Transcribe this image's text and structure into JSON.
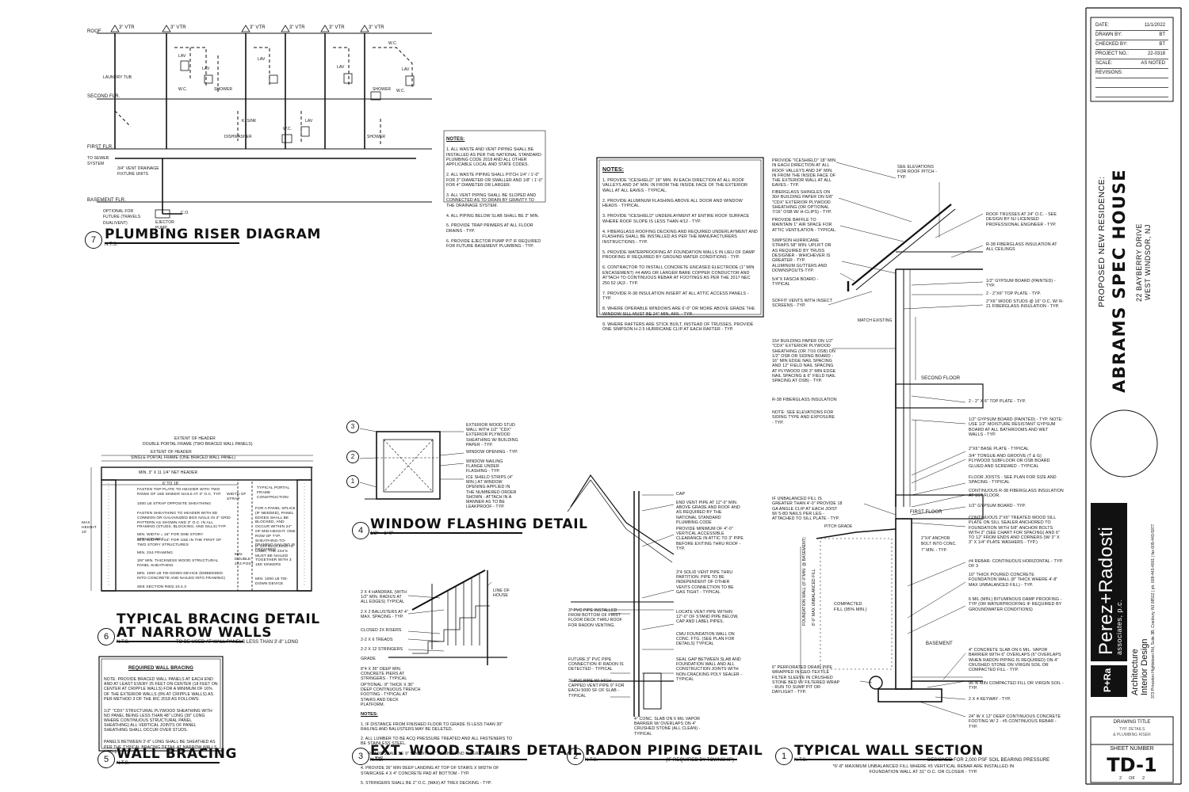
{
  "title_block": {
    "rows": [
      {
        "label": "DATE:",
        "value": "11/1/2022"
      },
      {
        "label": "DRAWN BY:",
        "value": "BT"
      },
      {
        "label": "CHECKED BY:",
        "value": "BT"
      },
      {
        "label": "PROJECT NO.:",
        "value": "22-0318"
      },
      {
        "label": "SCALE:",
        "value": "AS NOTED"
      },
      {
        "label": "REVISIONS:",
        "value": ""
      }
    ],
    "project_type": "PROPOSED NEW RESIDENCE:",
    "project_name": "ABRAMS SPEC HOUSE",
    "address_1": "22 BAYBERRY DRIVE",
    "address_2": "WEST WINDSOR, NJ",
    "firm_name": "Perez+Radosti",
    "firm_sub": "associates, p.c.",
    "firm_mark": "P+Ra",
    "discipline_1": "Architecture",
    "discipline_2": "Interior Design",
    "firm_address": "373 Princeton Hightstown Rd, Suite 3B, Cranbury, NJ 08512 | ph. 609-443-4001 | fax 609-443-5977",
    "drawing_title_label": "DRAWING TITLE",
    "drawing_title_value": "TYP. DETAILS",
    "drawing_title_value2": "& PLUMBING RISER",
    "sheet_number_label": "SHEET NUMBER",
    "sheet_number": "TD-1",
    "sheet_of": "2      OF      2"
  },
  "details": {
    "d1": {
      "num": "1",
      "title": "TYPICAL WALL SECTION",
      "scale": "N.T.S.",
      "footnote": "DESIGNED FOR 2,000 PSF SOIL BEARING PRESSURE",
      "note2": "*6'-8\" MAXIMUM UNBALANCED FILL WHERE #5 VERTICAL REBAR ARE INSTALLED IN FOUNDATION WALL AT 31\" O.C. OR CLOSER - TYP."
    },
    "d2": {
      "num": "2",
      "title": "RADON PIPING DETAIL",
      "scale": "N.T.S.",
      "note": "(IF REQUIRED BY TOWNSHIP)"
    },
    "d3": {
      "num": "3",
      "title": "EXT. WOOD STAIRS DETAIL",
      "scale": "N.T.S."
    },
    "d4": {
      "num": "4",
      "title": "WINDOW FLASHING DETAIL",
      "scale": "1/2\" = 1'-0\""
    },
    "d5": {
      "num": "5",
      "title": "WALL BRACING",
      "scale": "N.T.S."
    },
    "d6": {
      "num": "6",
      "title_1": "TYPICAL BRACING DETAIL",
      "title_2": "AT NARROW WALLS",
      "scale": "N.T.S.",
      "note": "TO BE USED AT WALL PANELS LESS THAN 3'-8\" LONG"
    },
    "d7": {
      "num": "7",
      "title": "PLUMBING RISER DIAGRAM",
      "scale": "N.T.S."
    }
  },
  "plumbing": {
    "levels": [
      "ROOF",
      "SECOND FLR.",
      "FIRST FLR.",
      "BASEMENT FLR."
    ],
    "vtr": [
      "3\" VTR",
      "3\" VTR",
      "3\" VTR",
      "3\" VTR",
      "3\" VTR",
      "3\" VTR"
    ],
    "fixtures": [
      "LAV",
      "LAV",
      "W.C.",
      "SHOWER",
      "LAV",
      "LAV",
      "W.C.",
      "LAV",
      "SHOWER",
      "W.C.",
      "LAV",
      "W.C.",
      "K. SINK",
      "DISHWASHER",
      "SHOWER",
      "LAUNDRY TUB"
    ],
    "labels": [
      "TO SEWER SYSTEM",
      "3/4\" VENT DRAINAGE FIXTURE UNITS",
      "OPTIONAL FOR FUTURE (TRAVELS DUAL/VENT)",
      "EJECTOR PUMP",
      "C.O."
    ],
    "notes_title": "NOTES:",
    "notes": [
      "1. ALL WASTE AND VENT PIPING SHALL BE INSTALLED AS PER THE NATIONAL STANDARD PLUMBING CODE 2018 AND ALL OTHER APPLICABLE LOCAL AND STATE CODES.",
      "2. ALL WASTE PIPING SHALL PITCH 1/4\" / 1'-0\" FOR 3\" DIAMETER OR SMALLER AND 1/8\" / 1'-0\" FOR 4\" DIAMETER OR LARGER.",
      "3. ALL VENT PIPING SHALL BE SLOPED AND CONNECTED AS TO DRAIN BY GRAVITY TO THE DRAINAGE SYSTEM.",
      "4. ALL PIPING BELOW SLAB SHALL BE 3\" MIN.",
      "5. PROVIDE TRAP PRIMERS AT ALL FLOOR DRAINS - TYP.",
      "6. PROVIDE EJECTOR PUMP PIT IF REQUIRED FOR FUTURE BASEMENT PLUMBING - TYP."
    ]
  },
  "general_notes": {
    "title": "NOTES:",
    "items": [
      "1. PROVIDE \"ICESHIELD\" 18\" MIN. IN EACH DIRECTION AT ALL ROOF VALLEYS AND 24\" MIN. IN FROM THE INSIDE FACE OF THE EXTERIOR WALL AT ALL EAVES - TYPICAL.",
      "2. PROVIDE ALUMINUM FLASHING ABOVE ALL DOOR AND WINDOW HEADS - TYPICAL.",
      "3. PROVIDE \"ICESHIELD\" UNDERLAYMENT AT ENTIRE ROOF SURFACE WHERE ROOF SLOPE IS LESS THAN 4/12 - TYP.",
      "4. FIBERGLASS ROOFING DECKING AND REQUIRED UNDERLAYMENT AND FLASHING SHALL BE INSTALLED AS PER THE MANUFACTURERS INSTRUCTIONS - TYP.",
      "5. PROVIDE WATERPROOFING AT FOUNDATION WALLS IN LIEU OF DAMP PROOFING IF REQUIRED BY GROUND WATER CONDITIONS - TYP.",
      "6. CONTRACTOR TO INSTALL CONCRETE ENCASED ELECTRODE (1\" MIN ENCASEMENT) #4 AWG OR LARGER BARE COPPER CONDUCTOR AND ATTACH TO CONTINUOUS REBAR AT FOOTINGS AS PER THE 2017 NEC 250.52 (A)3 - TYP.",
      "7. PROVIDE R-38 INSULATION INSERT AT ALL ATTIC ACCESS PANELS - TYP.",
      "8. WHERE OPERABLE WINDOWS ARE 6'-0\" OR MORE ABOVE GRADE THE WINDOW SILL MUST BE 24\" MIN. AFF. - TYP.",
      "9. WHERE RAFTERS ARE STICK BUILT, INSTEAD OF TRUSSES, PROVIDE ONE SIMPSON H-2.5 HURRICANE CLIP AT EACH RAFTER - TYP."
    ]
  },
  "wall_section": {
    "left": [
      "PROVIDE \"ICESHIELD\" 18\" MIN. IN EACH DIRECTION AT ALL ROOF VALLEYS AND 24\" MIN. IN FROM THE INSIDE FACE OF THE EXTERIOR WALL AT ALL EAVES - TYP.",
      "FIBERGLASS SHINGLES ON 30# BUILDING PAPER ON 5/8\" \"CDX\" EXTERIOR PLYWOOD SHEATHING (OR OPTIONAL 7/16\" OSB W/ H-CLIPS) - TYP.",
      "PROVIDE BAFFLE TO MAINTAIN 1\" AIR SPACE FOR ATTIC VENTILATION - TYPICAL.",
      "SIMPSON HURRICANE STRAPS 58\" MIN. UPLIFT OR AS REQUIRED BY TRUSS DESIGNER - WHICHEVER IS GREATER - TYP.",
      "ALUMINUM GUTTERS AND DOWNSPOUTS-TYP.",
      "5/4\"X FASCIA BOARD - TYPICAL",
      "SOFFIT VENTS WITH INSECT SCREENS - TYP.",
      "15# BUILDING PAPER ON 1/2\" \"CDX\" EXTERIOR PLYWOOD SHEATHING (OR 7/16 OSB) ON 1/2\" OSB OR SIDING BOARD - 16\" MIN EDGE NAIL SPACING AND 12\" FIELD NAIL SPACING AT PLYWOOD OR 3\" MIN EDGE NAIL SPACING & 6\" FIELD NAIL SPACING AT OSB) - TYP.",
      "R-38 FIBERGLASS INSULATION",
      "NOTE: SEE ELEVATIONS FOR SIDING TYPE AND EXPOSURE - TYP.",
      "IF UNBALANCED FILL IS GREATER THAN 4'-0\" PROVIDE 18 GA ANGLE CLIP AT EACH JOIST W/ 5-8D NAILS PER LEG - ATTACHED TO SILL PLATE - TYP.",
      "6\" PERFORATED DRAIN PIPE WRAPPED IN GEO-TEXTILE FILTER SLEEVE IN CRUSHED STONE BED W/ FILTERED WRAP - RUN TO SUMP PIT OR DAYLIGHT - TYP."
    ],
    "right": [
      "SEE ELEVATIONS FOR ROOF PITCH - TYP.",
      "ROOF TRUSSES AT 24\" O.C. - SEE DESIGN BY NJ LICENSED PROFESSIONAL ENGINEER - TYP.",
      "R-38 FIBERGLASS INSULATION AT ALL CEILINGS",
      "1/2\" GYPSUM BOARD (PAINTED) - TYP.",
      "2 - 2\"x6\" TOP PLATE - TYP.",
      "2\"x6\" WOOD STUDS @ 16\" o.c. W/ R-21 FIBERGLASS INSULATION - TYP.",
      "2 - 2\" x 6\" TOP PLATE - TYP.",
      "1/2\" GYPSUM BOARD (PAINTED) - TYP. NOTE: USE 1/2\" MOISTURE RESISTANT GYPSUM BOARD AT ALL BATHROOMS AND WET WALLS - TYP.",
      "2\"x6\" BASE PLATE - TYPICAL",
      "3/4\" TONGUE AND GROOVE (T & G) PLYWOOD SUBFLOOR OR OSB BOARD GLUED AND SCREWED - TYPICAL",
      "FLOOR JOISTS - SEE PLAN FOR SIZE AND SPACING - TYPICAL",
      "CONTINUOUS R-38 FIBERGLASS INSULATION AT 1ST FLOOR.",
      "1/2\" GYPSUM BOARD - TYP.",
      "CONTINUOUS 2\"X6\" TREATED WOOD SILL PLATE ON SILL SEALER ANCHORED TO FOUNDATION WITH 5/8\" ANCHOR BOLTS WITH 2\" (SEE CHART FOR SPACING) AND 6\" TO 12\" FROM ENDS AND CORNERS (W/ 3\" x 3\" x 1/4\" PLATE WASHERS - TYP.)",
      "#4 REBAR- CONTINUOUS HORIZONTAL - TYP. OF 3",
      "10\" THICK POURED CONCRETE FOUNDATION WALL (8\" THICK WHERE 4'-8\" MAX UNBALANCED FILL) - TYP.",
      "6 MIL (MIN.) BITUMINOUS DAMP PROOFING - TYP (OR WATERPROOFING IF REQUIRED BY GROUNDWATER CONDITIONS)",
      "4\" CONCRETE SLAB ON 6 MIL. VAPOR BARRIER WITH 6\" OVERLAPS (6\" OVERLAPS WHEN RADON PIPING IS REQUIRED) ON 4\" CRUSHED STONE ON VIRGIN SOIL OR COMPACTED FILL - TYP.",
      "95 % MIN COMPACTED FILL OR VIRGIN SOIL - TYP.",
      "2 x 4 KEYWAY - TYP.",
      "24\" W X 12\" DEEP CONTINUOUS CONCRETE FOOTING W/ 2 - #5 CONTINUOUS REBAR - TYP."
    ],
    "inline": [
      "MATCH EXISTING",
      "SECOND FLOOR",
      "FIRST FLOOR",
      "BASEMENT",
      "PITCH GRADE",
      "COMPACTED FILL (95% MIN.)",
      "2\"x4\" ANCHOR BOLT INTO CONC. 7\" MIN. - TYP.",
      "FOUNDATION WALL (8'-0\"MIN. @ BASEMENT)",
      "8'-0\" MAX UNBALANCED FILL"
    ]
  },
  "radon": {
    "labels": [
      "CAP",
      "END VENT PIPE AT 12\"-0\" MIN. ABOVE GRADE AND ROOF AND AS REQUIRED BY THE NATIONAL STANDARD PLUMBING CODE",
      "PROVIDE MINIMUM OF 4\"-0\" VERTICAL ACCESSIBLE CLEARANCE IN ATTIC TO 3\" PIPE BEFORE EXITING THRU ROOF - TYP.",
      "3\"4 SOLID VENT PIPE THRU PARTITION. PIPE TO BE INDEPENDENT OF OTHER VENTS CONNECTION TO BE GAS TIGHT - TYPICAL",
      "3\" PVC PIPE INSTALLED FROM BOTTOM OF FIRST FLOOR DECK THRU ROOF FOR RADON VENTING.",
      "LOCATE VENT PIPE WITHIN 12\"-0\" OF STAND PIPE BELOW, CAP AND LABEL PIPES.",
      "CMU FOUNDATION WALL ON CONC. FTG. (SEE PLAN FOR DETAILS) TYPICAL",
      "FUTURE 3\" PVC PIPE CONNECTION IF RADON IS DETECTED - TYPICAL",
      "SEAL GAP BETWEEN SLAB AND FOUNDATION WALL AND ALL CONSTRUCTION JOINTS WITH NON-CRACKING POLY SEALER - TYPICAL",
      "3\" PVC PIPE W/ HIGH CAPPED VENT PIPE 9\" FOR EACH 5000 SF OF SLAB - TYPICAL",
      "4\" CONC. SLAB ON 6 MIL VAPOR BARRIER W/ OVERLAPS ON 4\" CRUSHED STONE (ALL CLEAN) - TYPICAL"
    ]
  },
  "stairs": {
    "labels": [
      "2 X 4 HANDRAIL (WITH 1/2\" MIN. RADIUS AT ALL EDGES) TYPICAL",
      "LINE OF HOUSE",
      "2 X 2 BALUSTERS AT 4\" MAX. SPACING - TYP.",
      "CLOSED 2X RISERS",
      "2-2 X 6 TREADS",
      "2-2 X 12 STRINGERS",
      "GRADE",
      "8\"4 X 36\" DEEP MIN. CONCRETE PIERS AT STRINGERS - TYPICAL",
      "OPTIONAL: 8\" THICK X 36\" DEEP CONTINUOUS TRENCH FOOTING - TYPICAL AT STAIRS AND DECK PLATFORM."
    ],
    "notes_title": "NOTES:",
    "notes": [
      "1. IF DISTANCE FROM FINISHED FLOOR TO GRADE IS LESS THAN 30\" RAILING AND BALUSTERS MAY BE DELETED.",
      "2. ALL LUMBER TO BE ACQ PRESSURE TREATED AND ALL FASTENERS TO BE STAINLESS STEEL.",
      "3. TREADS SHALL BE 9\" MIN. WITH 1\" NOSING AND RISERS SHALL BE 8\"1/4\" MAX. - TYP.",
      "4. PROVIDE 36\" MIN DEEP LANDING AT TOP OF STAIRS X WIDTH OF STAIRCASE 4 X 4\" CONCRETE PAD AT BOTTOM - TYP.",
      "5. STRINGERS SHALL BE 2\" O.C. (MAX) AT TREX DECKING - TYP."
    ]
  },
  "window": {
    "labels": [
      "EXTERIOR WOOD STUD WALL WITH 1/2\" \"CDX\" EXTERIOR PLYWOOD SHEATHING W/ BUILDING PAPER - TYP.",
      "WINDOW OPENING - TYP.",
      "WINDOW NAILING FLANGE UNDER FLASHING - TYP.",
      "ICE SHIELD STRIPS (4\" MIN.) AT WINDOW OPENING APPLIED IN THE NUMBERED ORDER SHOWN - ATTACH IN A MANNER AS TO BE LEAKPROOF - TYP."
    ],
    "steps": [
      "3",
      "2",
      "1"
    ]
  },
  "bracing": {
    "labels_top": [
      "EXTENT OF HEADER",
      "DOUBLE PORTAL FRAME (TWO BRACED WALL PANELS)",
      "EXTENT OF HEADER",
      "SINGLE PORTAL FRAME (ONE BRACED WALL PANEL)",
      "MIN. 3\" X 11 1/4\" NET HEADER",
      "6' TO 18'"
    ],
    "labels_mid": [
      "FASTEN TOP PLATE TO HEADER WITH TWO ROWS OF 16D SINKER NAILS AT 3\" O.C. TYP.",
      "1000 LB STRAP OPPOSITE SHEATHING",
      "FASTEN SHEATHING TO HEADER WITH 8D COMMON OR GALVANIZED BOX NAILS IN 3\" GRID PATTERN AS SHOWN AND 3\" O.C. IN ALL FRAMING (STUDS, BLOCKING, AND SILLS) TYP.",
      "MIN. WIDTH = 16\" FOR ONE STORY STRUCTURES",
      "MIN. WIDTH = 24\" FOR USE IN THE FIRST OF TWO STORY STRUCTURES",
      "MIN. 2X4 FRAMING",
      "3/8\" MIN. THICKNESS WOOD STRUCTURAL PANEL SHEATHING",
      "MIN. 1000 LB TIE-DOWN DEVICE (EMBEDDED INTO CONCRETE AND NAILED INTO FRAMING)",
      "SEE SECTION R602.10.4.3"
    ],
    "labels_right": [
      "TYPICAL PORTAL FRAME CONSTRUCTION",
      "WIDTH OF STRAP",
      "FOR A PANEL SPLICE (IF NEEDED), PANEL EDGES SHALL BE BLOCKED, AND OCCUR WITHIN 24\" OF MID-HEIGHT. ONE ROW OF TYP. SHEATHING-TO-FRAMING NAILING IS REQUIRED.",
      "IF 2X4 BLOCKING IS USED, THE 2X4'S MUST BE NAILED TOGETHER WITH 3 16D SINKERS",
      "MIN. DOUBLE 2X4 POST",
      "MIN. 1000 LB TIE-DOWN DEVICE",
      "MAX HEIGHT 10'"
    ]
  },
  "wall_bracing": {
    "title": "REQUIRED WALL BRACING",
    "paragraphs": [
      "NOTE: PROVIDE BRACED WALL PANELS AT EACH END AND AT LEAST EVERY 25 FEET ON CENTER (18 FEET ON CENTER AT CRIPPLE WALLS) FOR A MINIMUM OF 16% OF THE EXTERIOR WALLS (8% AT CRIPPLE WALLS) AS PER METHOD 3 OF THE IRC 2018 AS FOLLOWS:",
      "1/2\" \"CDX\" STRUCTURAL PLYWOOD SHEATHING WITH NO PANEL BEING LESS THAN 48\" LONG (36\" LONG WHERE CONTINUOUS STRUCTURAL PANEL SHEATHING) ALL VERTICAL JOINTS OF PANEL SHEATHING SHALL OCCUR OVER STUDS.",
      "PANELS BETWEEN 3'-8\" LONG SHALL BE SHEATHED AS PER THE TYPICAL BRACING DETAIL AT NARROW WALLS 6/TD-1."
    ]
  }
}
